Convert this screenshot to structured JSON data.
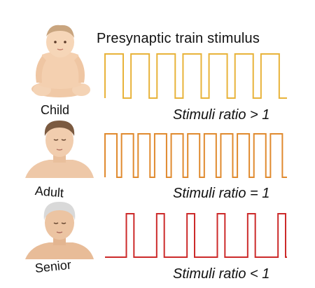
{
  "title": "Presynaptic train stimulus",
  "rows": [
    {
      "age": "Child",
      "ratio_text": "Stimuli ratio > 1",
      "color": "#E8B33A",
      "pulses": 7
    },
    {
      "age": "Adult",
      "ratio_text": "Stimuli ratio = 1",
      "color": "#E08A2E",
      "pulses": 11
    },
    {
      "age": "Senior",
      "ratio_text": "Stimuli ratio < 1",
      "color": "#CC2A2A",
      "pulses": 6
    }
  ],
  "icons": [
    "child-portrait-icon",
    "adult-portrait-icon",
    "senior-portrait-icon"
  ]
}
